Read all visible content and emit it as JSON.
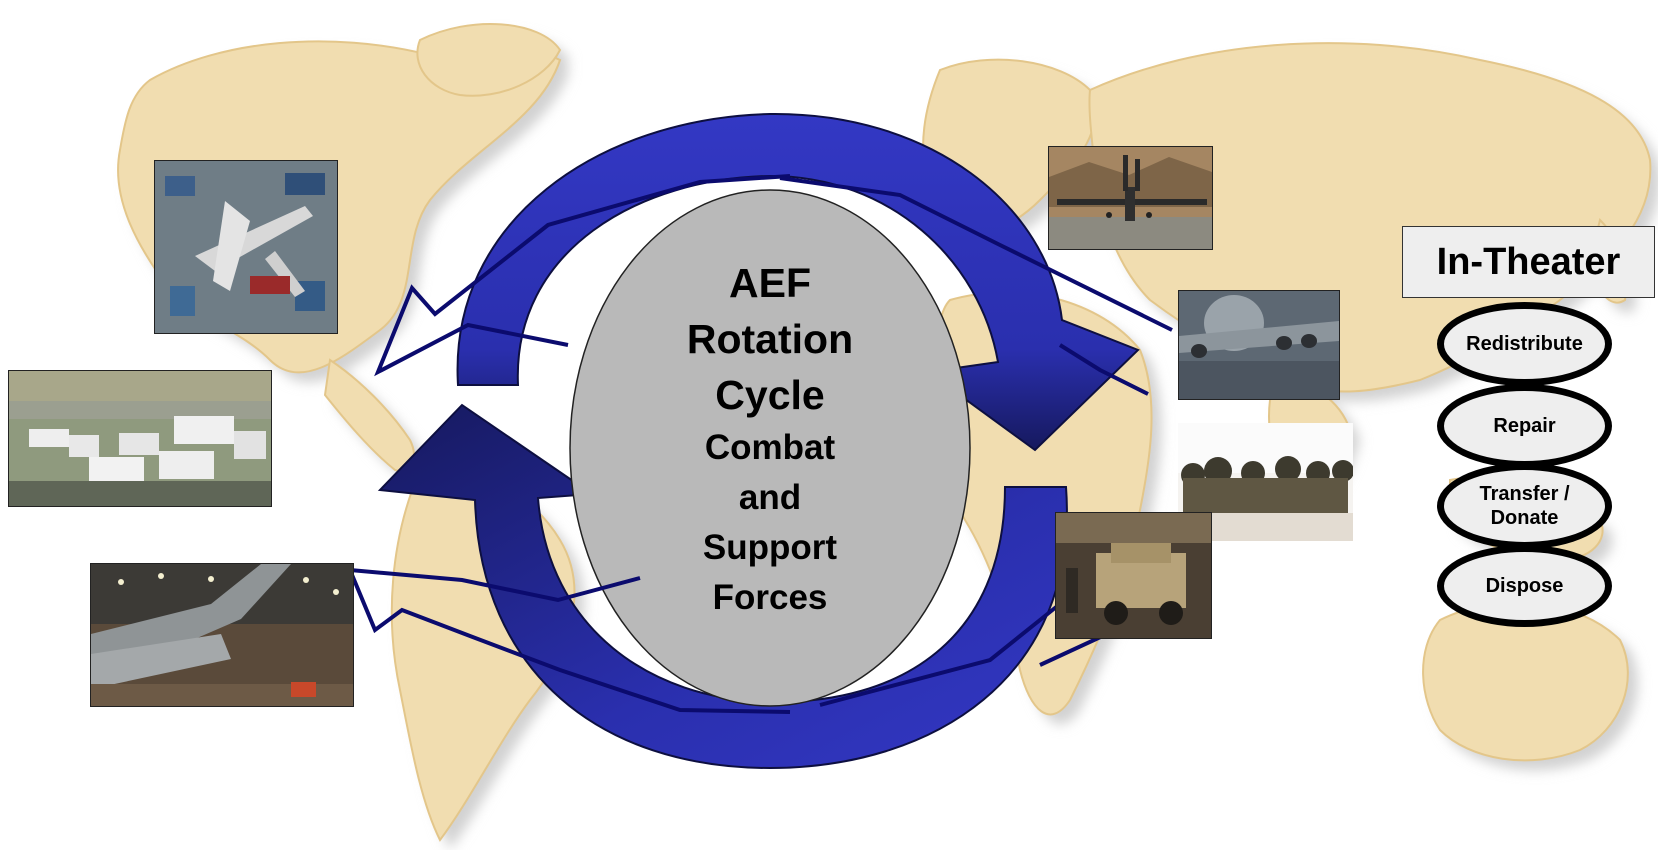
{
  "center": {
    "line1": "AEF",
    "line2": "Rotation",
    "line3": "Cycle",
    "line4": "Combat",
    "line5": "and",
    "line6": "Support",
    "line7": "Forces"
  },
  "in_theater": {
    "title": "In-Theater",
    "actions": [
      "Redistribute",
      "Repair",
      "Transfer / Donate",
      "Dispose"
    ]
  },
  "colors": {
    "arrow_blue": "#2b2fb0",
    "arrow_dark": "#1a1d66",
    "connector": "#0b0b6e",
    "map_land": "#f1ddb0",
    "ellipse_fill": "#b9b9b9"
  },
  "photos": [
    {
      "name": "aircraft-maintenance-photo",
      "icon": "aircraft-maintenance"
    },
    {
      "name": "air-base-hangars-photo",
      "icon": "hangars"
    },
    {
      "name": "transport-aircraft-hangar-photo",
      "icon": "hangar-interior"
    },
    {
      "name": "c130-desert-runway-photo",
      "icon": "aircraft-runway"
    },
    {
      "name": "cargo-aircraft-rear-photo",
      "icon": "aircraft-rear"
    },
    {
      "name": "troops-formation-photo",
      "icon": "troops"
    },
    {
      "name": "humvee-vehicle-photo",
      "icon": "vehicle"
    }
  ]
}
